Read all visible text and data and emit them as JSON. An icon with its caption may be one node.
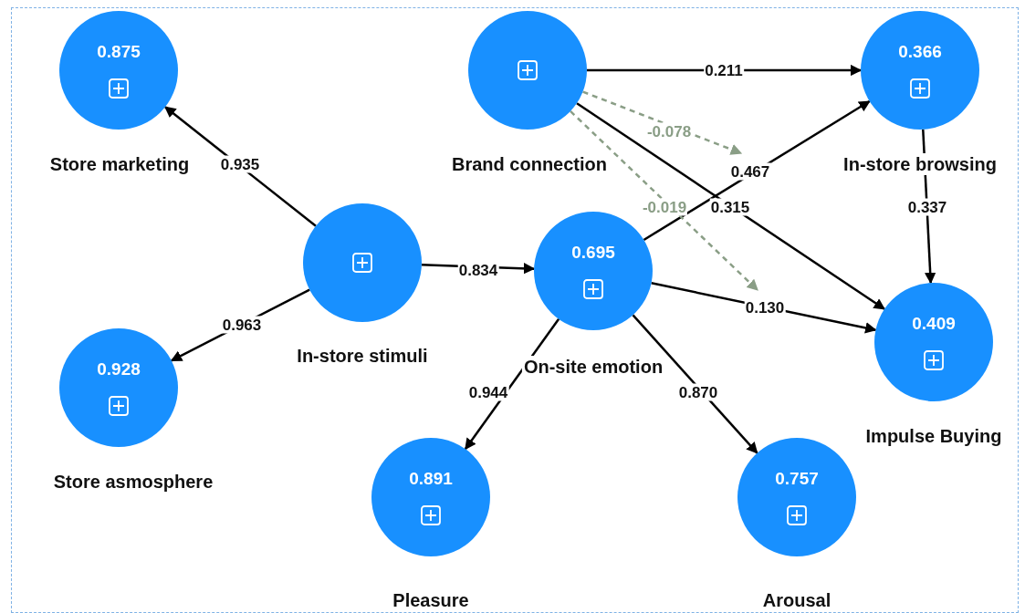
{
  "diagram": {
    "nodes": [
      {
        "text": [
          "0.875",
          "Store marketing"
        ]
      },
      {
        "text": [
          "Brand connection"
        ]
      },
      {
        "text": [
          "0.366",
          "In-store browsing"
        ]
      },
      {
        "text": [
          "In-store stimuli"
        ]
      },
      {
        "text": [
          "0.695",
          "On-site emotion"
        ]
      },
      {
        "text": [
          "0.928",
          "Store asmosphere"
        ]
      },
      {
        "text": [
          "0.409",
          "Impulse Buying"
        ]
      },
      {
        "text": [
          "0.891",
          "Pleasure"
        ]
      },
      {
        "text": [
          "0.757",
          "Arousal"
        ]
      }
    ],
    "edges": [
      {
        "from": 3,
        "to": 0,
        "arrow": "to",
        "label": "0.935"
      },
      {
        "from": 3,
        "to": 5,
        "arrow": "to",
        "label": "0.963"
      },
      {
        "from": 3,
        "to": 4,
        "arrow": "to",
        "label": "0.834"
      },
      {
        "from": 1,
        "to": 2,
        "arrow": "to",
        "label": "0.211"
      },
      {
        "from": 1,
        "to": 6,
        "arrow": "to",
        "label": "0.315"
      },
      {
        "from": 4,
        "to": 2,
        "arrow": "to",
        "label": "0.467"
      },
      {
        "from": 4,
        "to": 6,
        "arrow": "to",
        "label": "0.130"
      },
      {
        "from": 2,
        "to": 6,
        "arrow": "to",
        "label": "0.337"
      },
      {
        "from": 4,
        "to": 7,
        "arrow": "to",
        "label": "0.944"
      },
      {
        "from": 4,
        "to": 8,
        "arrow": "to",
        "label": "0.870"
      },
      {
        "from": 1,
        "to": null,
        "arrow": "to",
        "label": "-0.078",
        "style": "dashed",
        "color": "#8a9e86"
      },
      {
        "from": 1,
        "to": null,
        "arrow": "to",
        "label": "-0.019",
        "style": "dashed",
        "color": "#8a9e86"
      }
    ]
  }
}
